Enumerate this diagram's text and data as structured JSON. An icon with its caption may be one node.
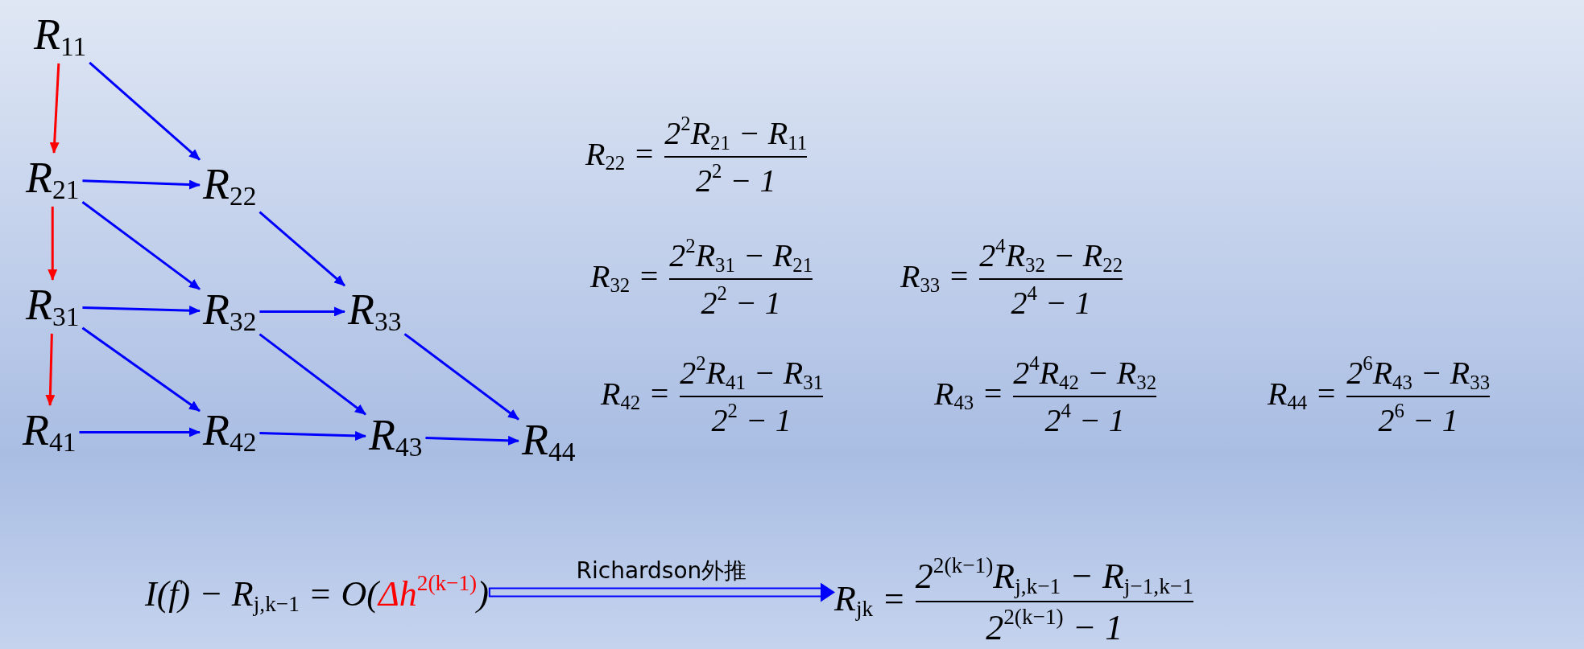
{
  "diagram": {
    "nodes": [
      {
        "text": [
          "R$_{11}$"
        ]
      },
      {
        "text": [
          "R$_{21}$"
        ]
      },
      {
        "text": [
          "R$_{22}$"
        ]
      },
      {
        "text": [
          "R$_{31}$"
        ]
      },
      {
        "text": [
          "R$_{32}$"
        ]
      },
      {
        "text": [
          "R$_{33}$"
        ]
      },
      {
        "text": [
          "R$_{41}$"
        ]
      },
      {
        "text": [
          "R$_{42}$"
        ]
      },
      {
        "text": [
          "R$_{43}$"
        ]
      },
      {
        "text": [
          "R$_{44}$"
        ]
      },
      {
        "text": [
          "I(f) − R$_{j,k−1}$ = O(",
          "Δh$^{2(k−1)}$",
          ")"
        ]
      },
      {
        "text": [
          "R$_{jk}$ =",
          "2$^{2(k−1)}$R$_{j,k−1}$ − R$_{j−1,k−1}$",
          "2$^{2(k−1)}$ − 1"
        ]
      }
    ],
    "edges": [
      {
        "from": 0,
        "to": 1,
        "arrow": "to",
        "color": "#ff0000"
      },
      {
        "from": 0,
        "to": 2,
        "arrow": "to"
      },
      {
        "from": 1,
        "to": 2,
        "arrow": "to"
      },
      {
        "from": 1,
        "to": 3,
        "arrow": "to",
        "color": "#ff0000"
      },
      {
        "from": 1,
        "to": 4,
        "arrow": "to"
      },
      {
        "from": 2,
        "to": 5,
        "arrow": "to"
      },
      {
        "from": 3,
        "to": 4,
        "arrow": "to"
      },
      {
        "from": 3,
        "to": 6,
        "arrow": "to",
        "color": "#ff0000"
      },
      {
        "from": 3,
        "to": 7,
        "arrow": "to"
      },
      {
        "from": 4,
        "to": 5,
        "arrow": "to"
      },
      {
        "from": 4,
        "to": 8,
        "arrow": "to"
      },
      {
        "from": 5,
        "to": 9,
        "arrow": "to"
      },
      {
        "from": 6,
        "to": 7,
        "arrow": "to"
      },
      {
        "from": 7,
        "to": 8,
        "arrow": "to"
      },
      {
        "from": 8,
        "to": 9,
        "arrow": "to"
      },
      {
        "from": 10,
        "to": 11,
        "arrow": "to",
        "label": "Richardson外推"
      }
    ],
    "labels": [
      "R$_{22}$ =",
      "2$^{2}$R$_{21}$ − R$_{11}$",
      "2$^{2}$ − 1",
      "R$_{32}$ =",
      "2$^{2}$R$_{31}$ − R$_{21}$",
      "2$^{2}$ − 1",
      "R$_{33}$ =",
      "2$^{4}$R$_{32}$ − R$_{22}$",
      "2$^{4}$ − 1",
      "R$_{42}$ =",
      "2$^{2}$R$_{41}$ − R$_{31}$",
      "2$^{2}$ − 1",
      "R$_{43}$ =",
      "2$^{4}$R$_{42}$ − R$_{32}$",
      "2$^{4}$ − 1",
      "R$_{44}$ =",
      "2$^{6}$R$_{43}$ − R$_{33}$",
      "2$^{6}$ − 1"
    ]
  }
}
